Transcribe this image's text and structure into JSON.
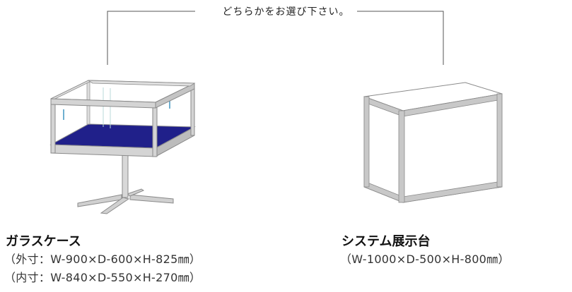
{
  "header": {
    "prompt": "どちらかをお選び下さい。"
  },
  "products": [
    {
      "name": "ガラスケース",
      "specs": [
        "（外寸：W-900×D-600×H-825㎜）",
        "（内寸：W-840×D-550×H-270㎜）"
      ]
    },
    {
      "name": "システム展示台",
      "specs": [
        "（W-1000×D-500×H-800㎜）"
      ]
    }
  ],
  "colors": {
    "frame": "#c8c8c8",
    "frame_edge": "#8a8a8a",
    "glass_floor": "#20208a",
    "line": "#555555"
  }
}
